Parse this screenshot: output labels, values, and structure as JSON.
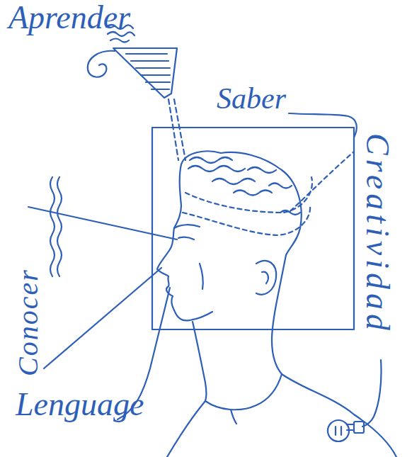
{
  "diagram": {
    "labels": [
      "Aprender",
      "Saber",
      "Conocer",
      "Creatividad",
      "Lenguage"
    ]
  }
}
